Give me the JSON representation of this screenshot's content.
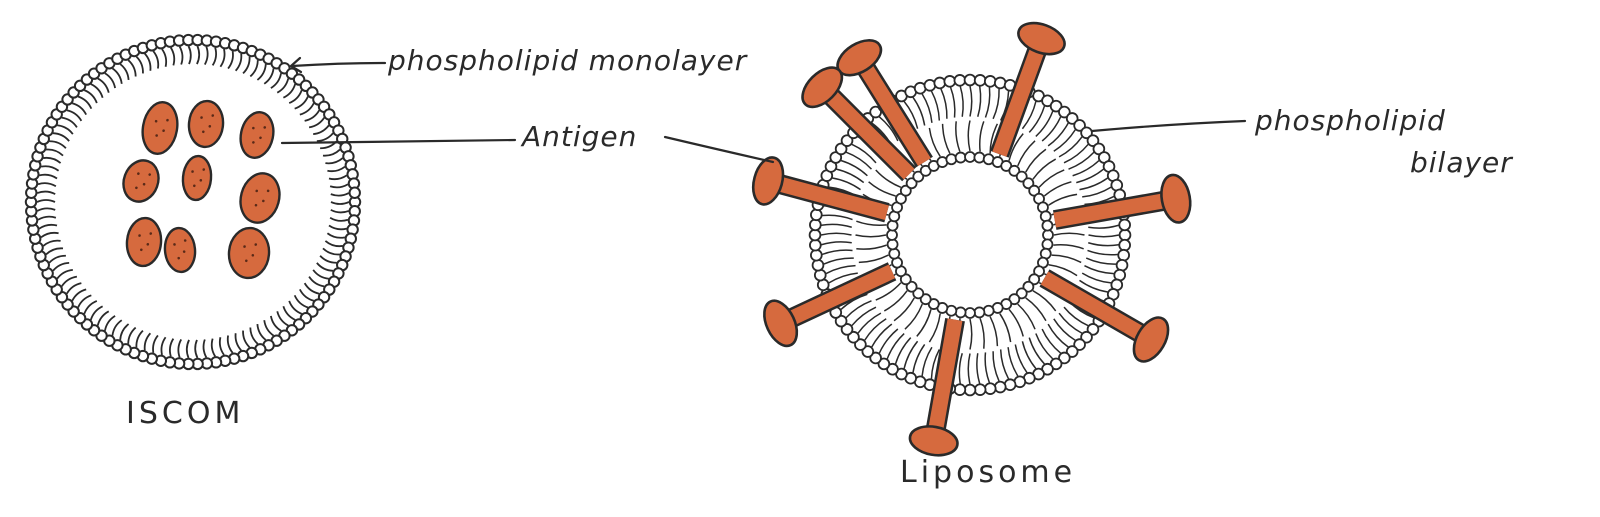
{
  "diagram": {
    "iscom": {
      "caption": "ISCOM",
      "label_membrane": "phospholipid monolayer",
      "label_antigen": "Antigen",
      "antigen_count": 9
    },
    "liposome": {
      "caption": "Liposome",
      "label_membrane_line1": "phospholipid",
      "label_membrane_line2": "bilayer",
      "antigen_count": 8
    },
    "colors": {
      "antigen_fill": "#d66a3e",
      "antigen_outline": "#2a2a2a",
      "lipid_ink": "#2a2a2a",
      "background": "#ffffff"
    }
  }
}
